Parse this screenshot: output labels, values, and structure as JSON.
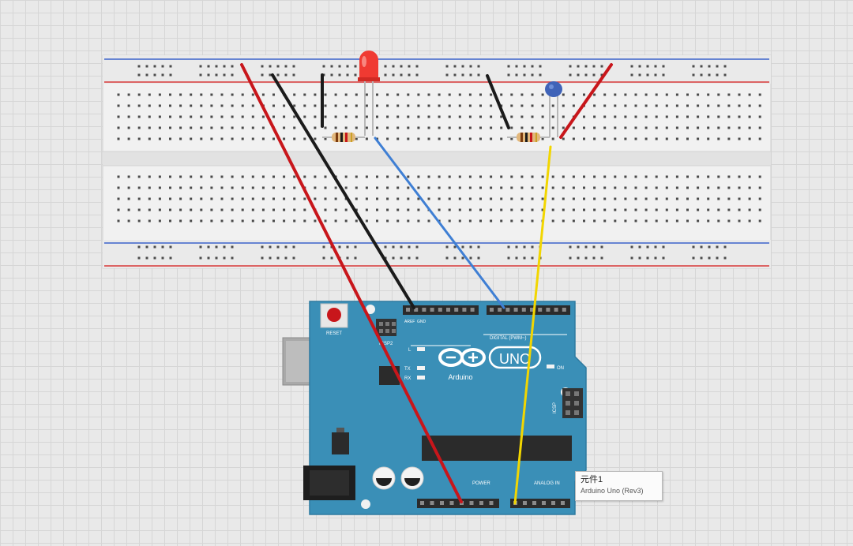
{
  "board": {
    "reset_label": "RESET",
    "icsp_label": "ICSP2",
    "aref_label": "AREF",
    "gnd_label": "GND",
    "digital_label": "DIGITAL (PWM~)",
    "tx_label": "TX",
    "rx_label": "RX",
    "l_label": "L",
    "on_label": "ON",
    "icsp1_label": "ICSP",
    "brand": "UNO",
    "name": "Arduino",
    "power_label": "POWER",
    "analog_label": "ANALOG IN"
  },
  "tooltip": {
    "title": "元件1",
    "subtitle": "Arduino Uno (Rev3)"
  },
  "colors": {
    "background": "#e9e9e9",
    "breadboard": "#f1f1f1",
    "rail_red": "#d83838",
    "rail_blue": "#3b63c9",
    "board_teal": "#3a8fb7",
    "wire_red": "#c8161b",
    "wire_black": "#1b1b1b",
    "wire_blue": "#3f7fd4",
    "wire_yellow": "#f2d600",
    "led_red": "#f03a32",
    "capacitor_blue": "#3f63b8"
  },
  "components": {
    "led_icon": "led-red-icon",
    "resistor_icon": "resistor-icon",
    "capacitor_icon": "capacitor-icon"
  }
}
